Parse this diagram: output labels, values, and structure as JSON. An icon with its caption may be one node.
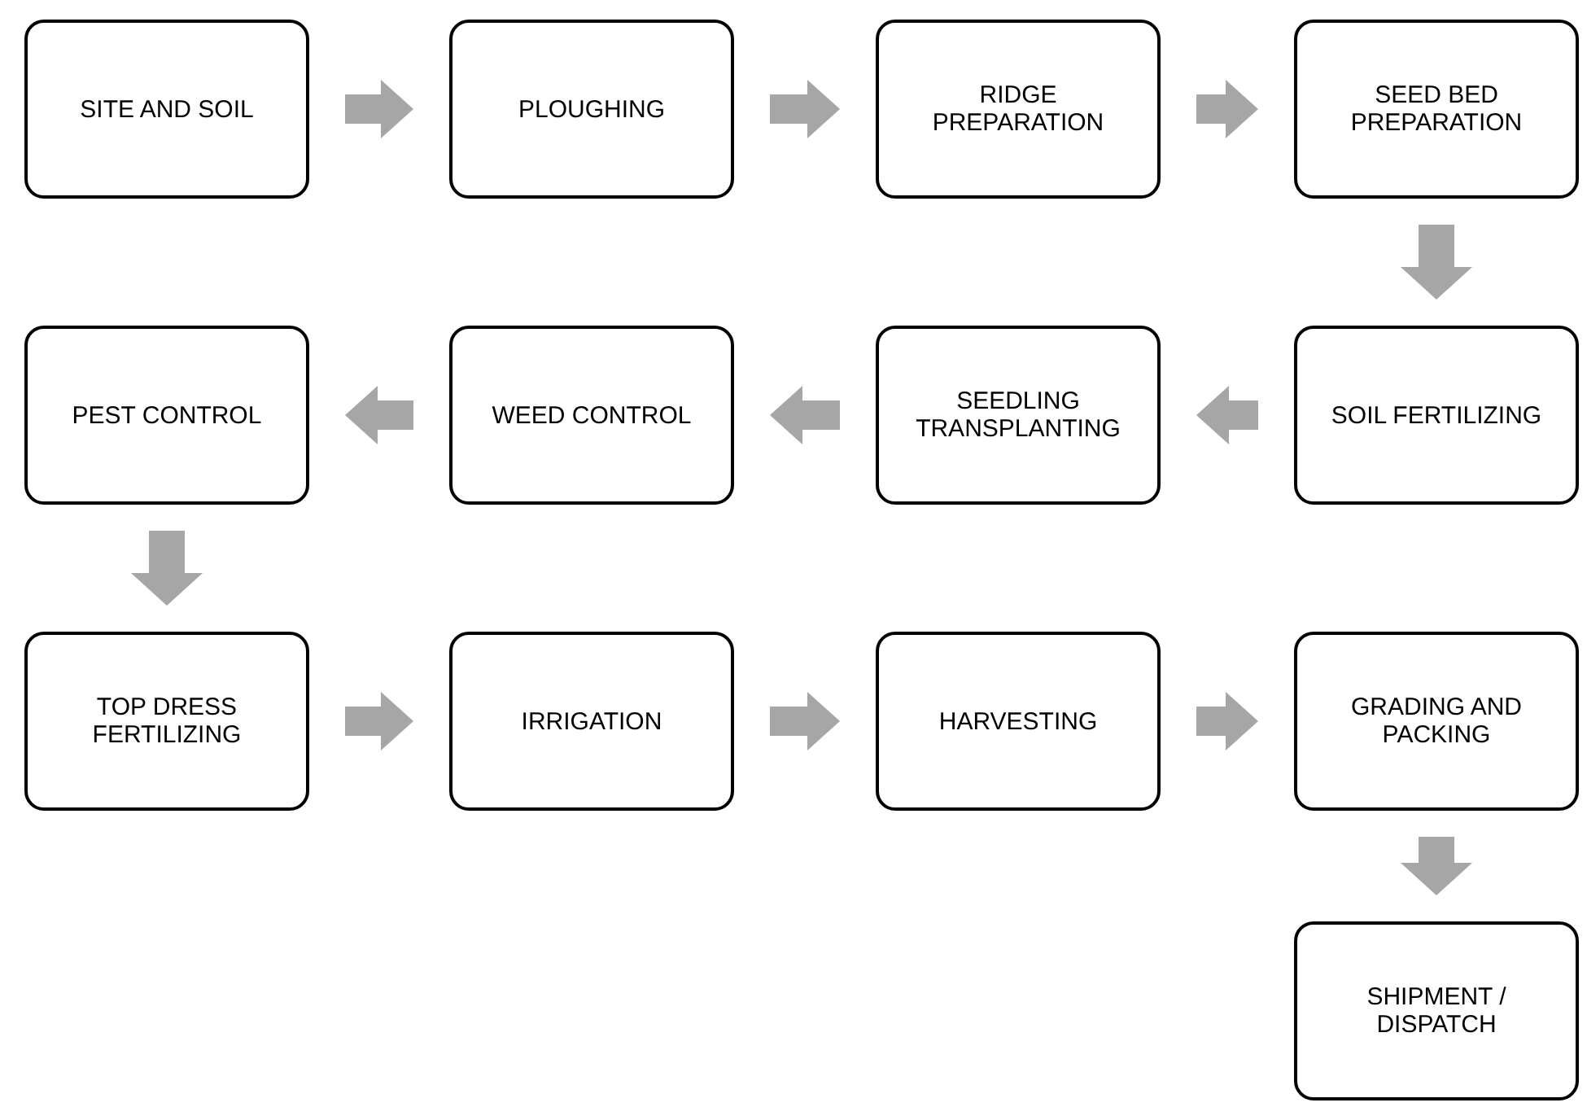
{
  "diagram": {
    "nodes": [
      {
        "text": [
          "SITE AND SOIL"
        ]
      },
      {
        "text": [
          "PLOUGHING"
        ]
      },
      {
        "text": [
          "RIDGE PREPARATION"
        ]
      },
      {
        "text": [
          "SEED BED PREPARATION"
        ]
      },
      {
        "text": [
          "SOIL FERTILIZING"
        ]
      },
      {
        "text": [
          "SEEDLING TRANSPLANTING"
        ]
      },
      {
        "text": [
          "WEED CONTROL"
        ]
      },
      {
        "text": [
          "PEST CONTROL"
        ]
      },
      {
        "text": [
          "TOP DRESS FERTILIZING"
        ]
      },
      {
        "text": [
          "IRRIGATION"
        ]
      },
      {
        "text": [
          "HARVESTING"
        ]
      },
      {
        "text": [
          "GRADING AND PACKING"
        ]
      },
      {
        "text": [
          "SHIPMENT / DISPATCH"
        ]
      }
    ],
    "edges": [
      {
        "from": 0,
        "to": 1,
        "arrow": "to"
      },
      {
        "from": 1,
        "to": 2,
        "arrow": "to"
      },
      {
        "from": 2,
        "to": 3,
        "arrow": "to"
      },
      {
        "from": 3,
        "to": 4,
        "arrow": "to"
      },
      {
        "from": 4,
        "to": 5,
        "arrow": "to"
      },
      {
        "from": 5,
        "to": 6,
        "arrow": "to"
      },
      {
        "from": 6,
        "to": 7,
        "arrow": "to"
      },
      {
        "from": 7,
        "to": 8,
        "arrow": "to"
      },
      {
        "from": 8,
        "to": 9,
        "arrow": "to"
      },
      {
        "from": 9,
        "to": 10,
        "arrow": "to"
      },
      {
        "from": 10,
        "to": 11,
        "arrow": "to"
      },
      {
        "from": 11,
        "to": 12,
        "arrow": "to"
      }
    ]
  }
}
